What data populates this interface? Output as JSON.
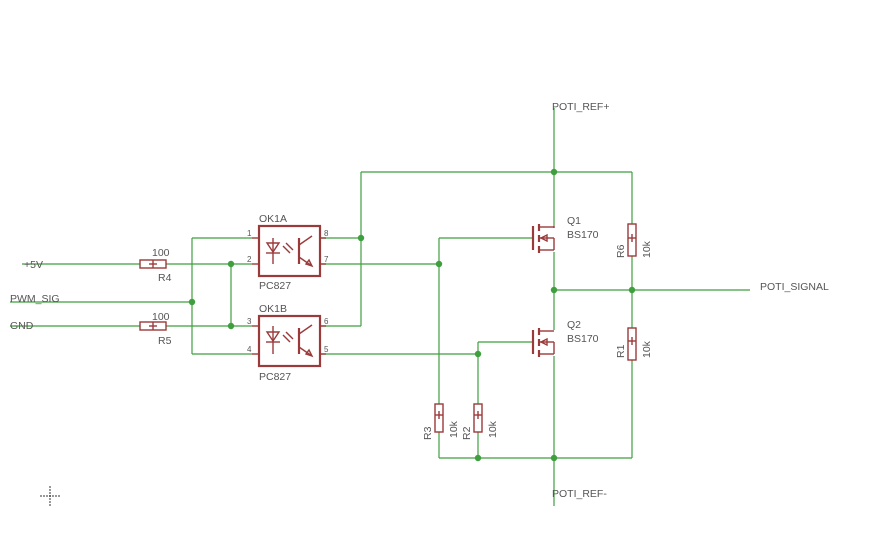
{
  "nets": {
    "vcc": "+5V",
    "pwm": "PWM_SIG",
    "gnd": "GND",
    "ref_plus": "POTI_REF+",
    "ref_minus": "POTI_REF-",
    "signal": "POTI_SIGNAL"
  },
  "resistors": {
    "r4": {
      "name": "R4",
      "value": "100"
    },
    "r5": {
      "name": "R5",
      "value": "100"
    },
    "r1": {
      "name": "R1",
      "value": "10k"
    },
    "r2": {
      "name": "R2",
      "value": "10k"
    },
    "r3": {
      "name": "R3",
      "value": "10k"
    },
    "r6": {
      "name": "R6",
      "value": "10k"
    }
  },
  "optocouplers": {
    "a": {
      "name": "OK1A",
      "part": "PC827",
      "pins": [
        "1",
        "2",
        "8",
        "7"
      ]
    },
    "b": {
      "name": "OK1B",
      "part": "PC827",
      "pins": [
        "3",
        "4",
        "6",
        "5"
      ]
    }
  },
  "transistors": {
    "q1": {
      "name": "Q1",
      "part": "BS170"
    },
    "q2": {
      "name": "Q2",
      "part": "BS170"
    }
  },
  "colors": {
    "wire": "#3f9f3f",
    "part": "#9b3a3a",
    "text": "#555555"
  }
}
